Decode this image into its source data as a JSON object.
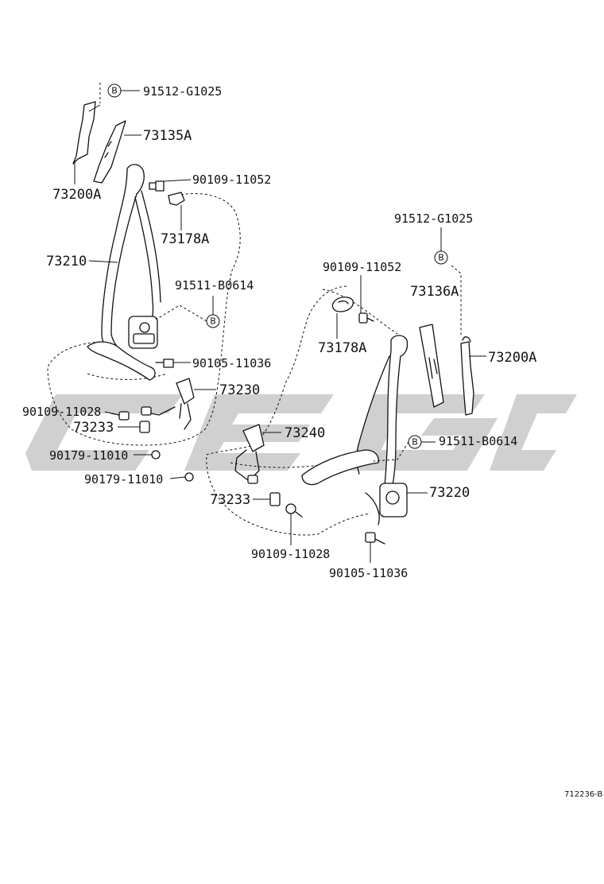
{
  "watermark": {
    "text": "",
    "color": "#c8c8c8"
  },
  "diagram_code": "712236-B",
  "badge_symbol": "B",
  "left_assembly": {
    "labels": {
      "p91512_top": "91512-G1025",
      "p73135A": "73135A",
      "p73200A": "73200A",
      "p90109_11052": "90109-11052",
      "p73178A": "73178A",
      "p73210": "73210",
      "p91511": "91511-B0614",
      "p90105": "90105-11036",
      "p73230": "73230",
      "p90109_11028": "90109-11028",
      "p73233": "73233",
      "p90179_a": "90179-11010",
      "p90179_b": "90179-11010"
    }
  },
  "right_assembly": {
    "labels": {
      "p91512": "91512-G1025",
      "p90109_11052": "90109-11052",
      "p73136A": "73136A",
      "p73200A": "73200A",
      "p73178A": "73178A",
      "p91511": "91511-B0614",
      "p73240": "73240",
      "p73220": "73220",
      "p73233": "73233",
      "p90109_11028": "90109-11028",
      "p90105": "90105-11036"
    }
  }
}
